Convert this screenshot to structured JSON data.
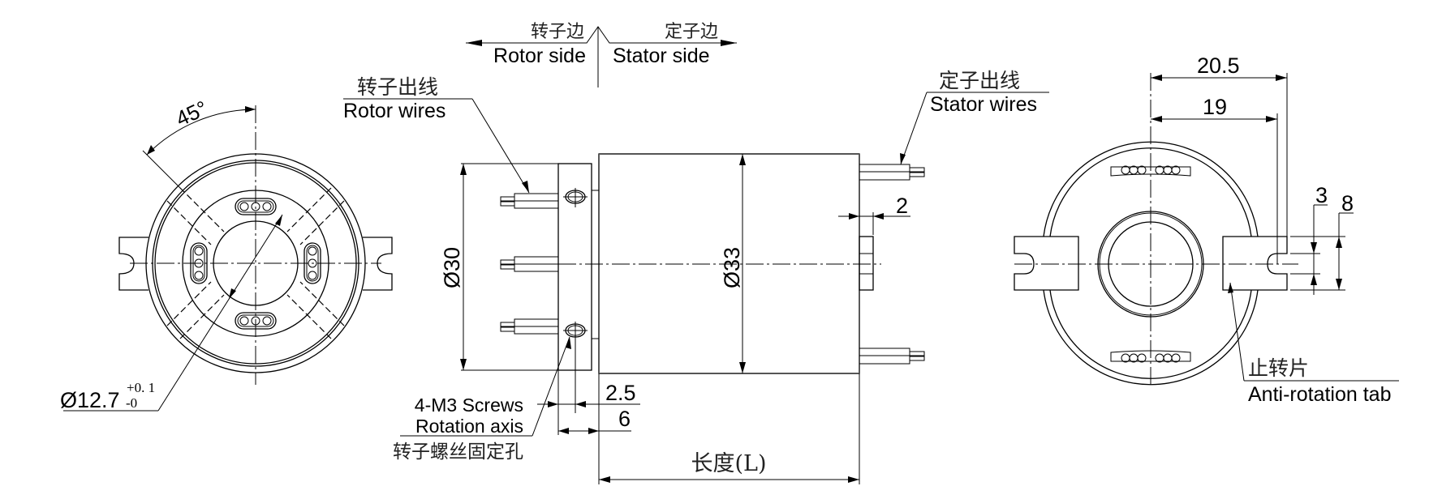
{
  "title": "Through-bore slip ring dimension drawing",
  "side_indicator": {
    "rotor_side_cn": "转子边",
    "rotor_side_en": "Rotor side",
    "stator_side_cn": "定子边",
    "stator_side_en": "Stator side"
  },
  "callouts": {
    "rotor_wires_cn": "转子出线",
    "rotor_wires_en": "Rotor wires",
    "stator_wires_cn": "定子出线",
    "stator_wires_en": "Stator wires",
    "screws_en_1": "4-M3 Screws",
    "screws_en_2": "Rotation axis",
    "screws_cn": "转子螺丝固定孔",
    "anti_rotation_cn": "止转片",
    "anti_rotation_en": "Anti-rotation tab"
  },
  "dimensions": {
    "angle": "45°",
    "bore_diameter": "Ø12.7",
    "bore_tol_upper": "+0. 1",
    "bore_tol_lower": "-0",
    "flange_diameter": "Ø30",
    "body_diameter": "Ø33",
    "tab_thickness": "2",
    "screw_offset": "2.5",
    "flange_width": "6",
    "length": "长度(L)",
    "tab_outer": "20.5",
    "tab_slot_center": "19",
    "slot_width": "3",
    "tab_height": "8"
  }
}
